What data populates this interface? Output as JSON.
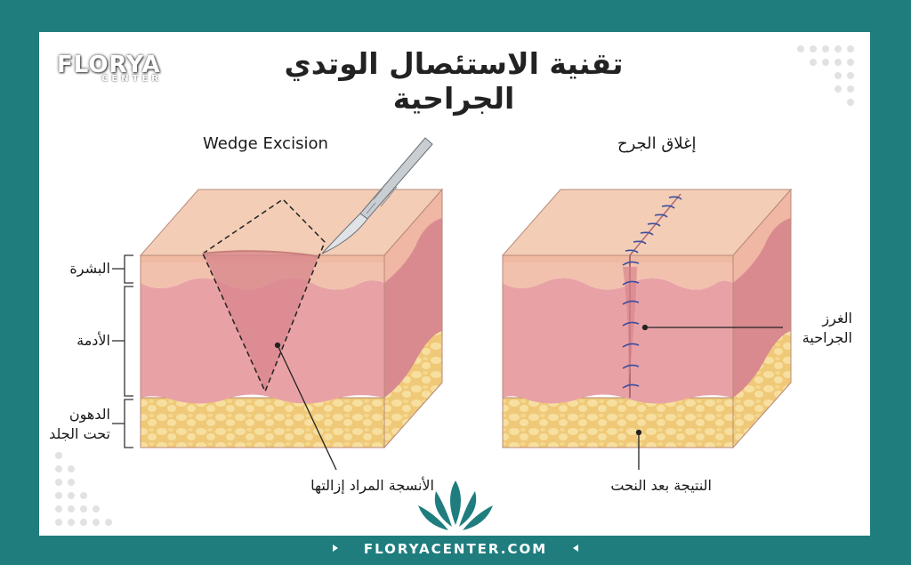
{
  "title": "تقنية الاستئصال الوتدي الجراحية",
  "logo": {
    "brand": "FLORYA",
    "sub": "CENTER"
  },
  "left_heading": "Wedge Excision",
  "right_heading": "إغلاق الجرح",
  "labels": {
    "epidermis": "البشرة",
    "dermis": "الأدمة",
    "fat_line1": "الدهون",
    "fat_line2": "تحت الجلد",
    "tissue_removed": "الأنسجة المراد إزالتها",
    "sutures_line1": "الغرز",
    "sutures_line2": "الجراحية",
    "result": "النتيجة بعد النحت"
  },
  "footer": "FLORYACENTER.COM",
  "colors": {
    "frame": "#1f7d7e",
    "skin_top": "#f2c9b2",
    "dermis": "#e8a3a8",
    "fat": "#f1cf85",
    "suture": "#3a4ea0"
  }
}
